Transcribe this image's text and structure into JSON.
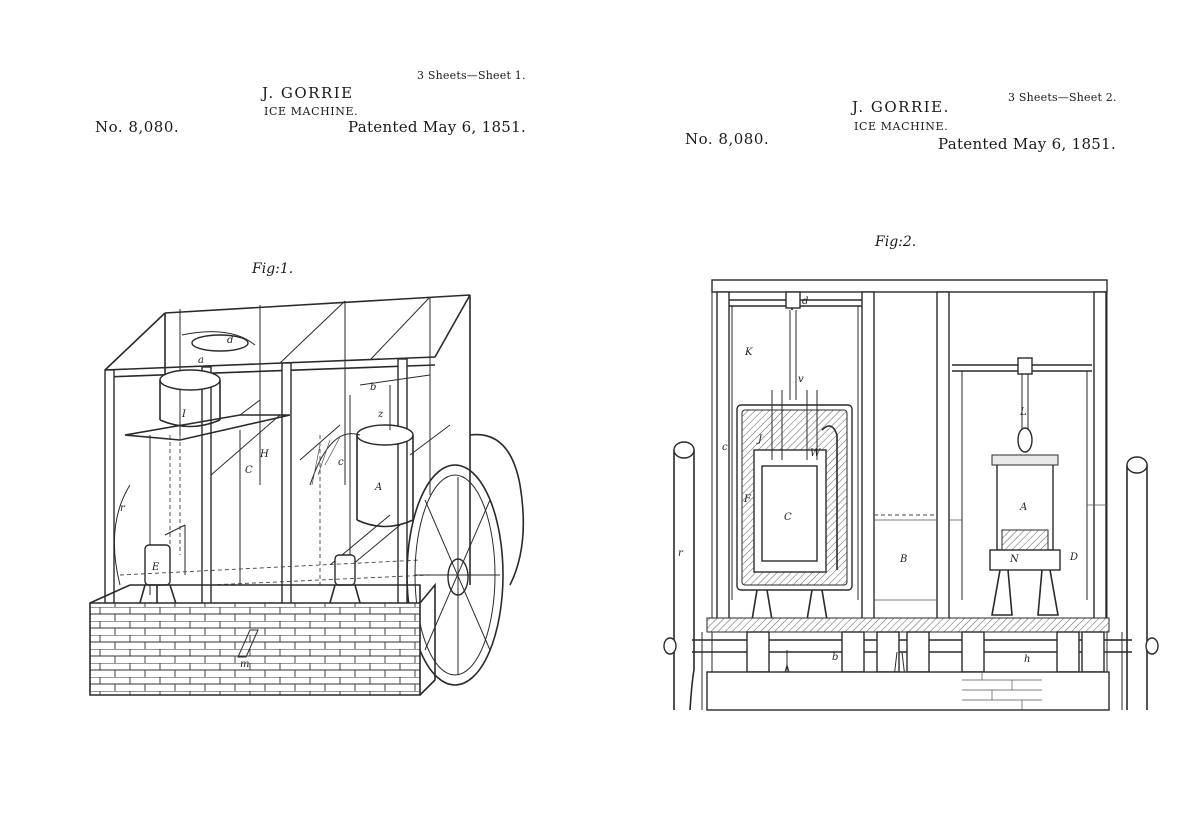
{
  "sheets": [
    {
      "sheet_note": "3 Sheets—Sheet 1.",
      "inventor": "J. GORRIE",
      "title": "ICE MACHINE.",
      "patent_number": "No. 8,080.",
      "patented_date": "Patented May 6, 1851.",
      "figure_label": "Fig:1.",
      "callout_letters": [
        "d",
        "a",
        "I",
        "C",
        "H",
        "b",
        "z",
        "A",
        "c",
        "E",
        "r",
        "m"
      ]
    },
    {
      "sheet_note": "3 Sheets—Sheet 2.",
      "inventor": "J. GORRIE.",
      "title": "ICE MACHINE.",
      "patent_number": "No. 8,080.",
      "patented_date": "Patented May 6, 1851.",
      "figure_label": "Fig:2.",
      "callout_letters": [
        "d",
        "K",
        "v",
        "J",
        "W",
        "C",
        "F",
        "B",
        "L",
        "A",
        "N",
        "D",
        "c",
        "r",
        "b",
        "h"
      ]
    }
  ]
}
